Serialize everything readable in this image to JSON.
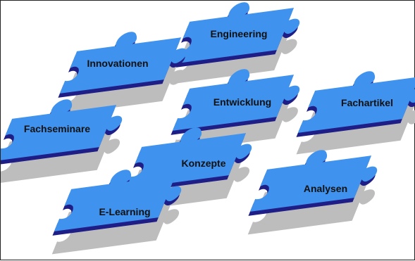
{
  "colors": {
    "piece_top": "#3f93ee",
    "piece_side": "#1f1d86",
    "shadow": "#bdbdbd",
    "label": "#111111"
  },
  "pieces": [
    {
      "id": "engineering",
      "label": "Engineering"
    },
    {
      "id": "innovationen",
      "label": "Innovationen"
    },
    {
      "id": "entwicklung",
      "label": "Entwicklung"
    },
    {
      "id": "fachartikel",
      "label": "Fachartikel"
    },
    {
      "id": "fachseminare",
      "label": "Fachseminare"
    },
    {
      "id": "konzepte",
      "label": "Konzepte"
    },
    {
      "id": "analysen",
      "label": "Analysen"
    },
    {
      "id": "e-learning",
      "label": "E-Learning"
    }
  ]
}
